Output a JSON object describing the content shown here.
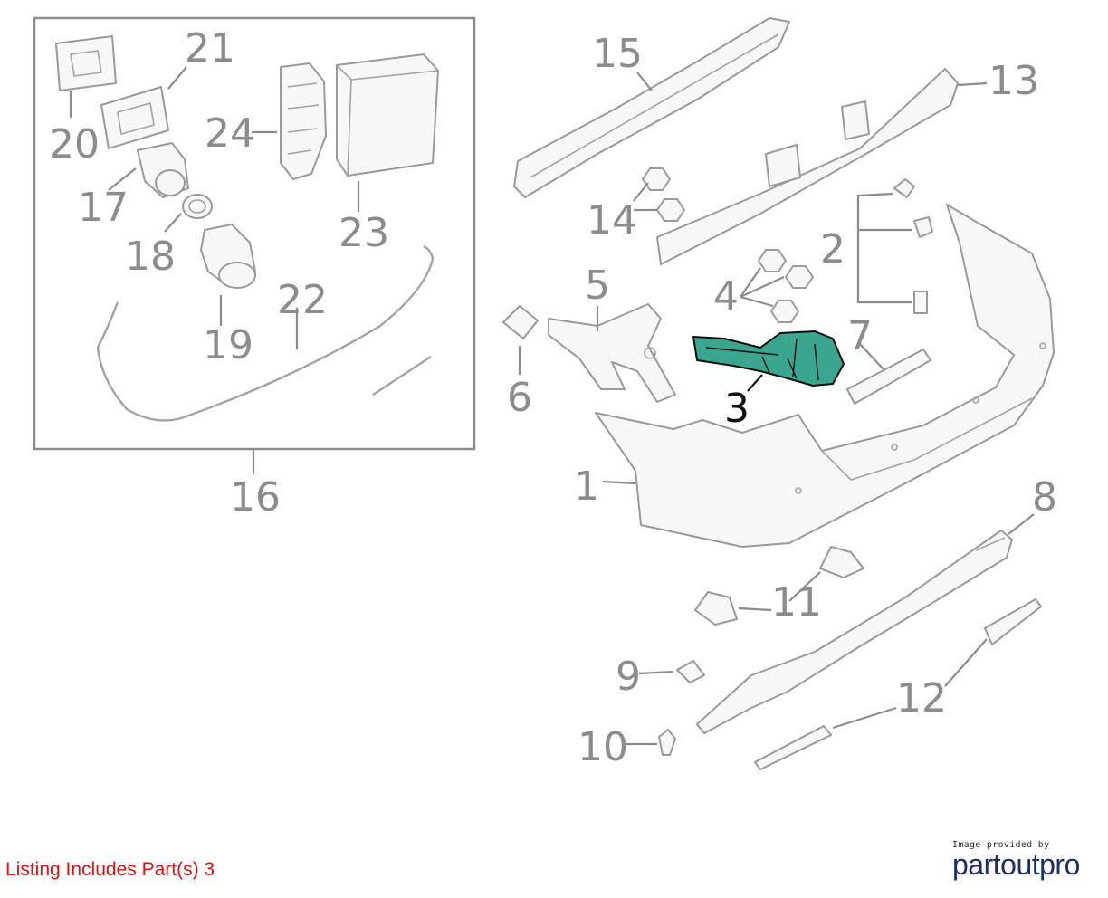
{
  "callouts": {
    "c1": "1",
    "c2": "2",
    "c3": "3",
    "c4": "4",
    "c5": "5",
    "c6": "6",
    "c7": "7",
    "c8": "8",
    "c9": "9",
    "c10": "10",
    "c11": "11",
    "c12": "12",
    "c13": "13",
    "c14": "14",
    "c15": "15",
    "c16": "16",
    "c17": "17",
    "c18": "18",
    "c19": "19",
    "c20": "20",
    "c21": "21",
    "c22": "22",
    "c23": "23",
    "c24": "24"
  },
  "listing_note": "Listing Includes Part(s) 3",
  "credit": {
    "caption": "Image provided by",
    "brand": "partoutpro"
  },
  "colors": {
    "highlight_part": "#3aa690",
    "callout_gray": "#8c8c8c",
    "listing_red": "#e01010"
  }
}
